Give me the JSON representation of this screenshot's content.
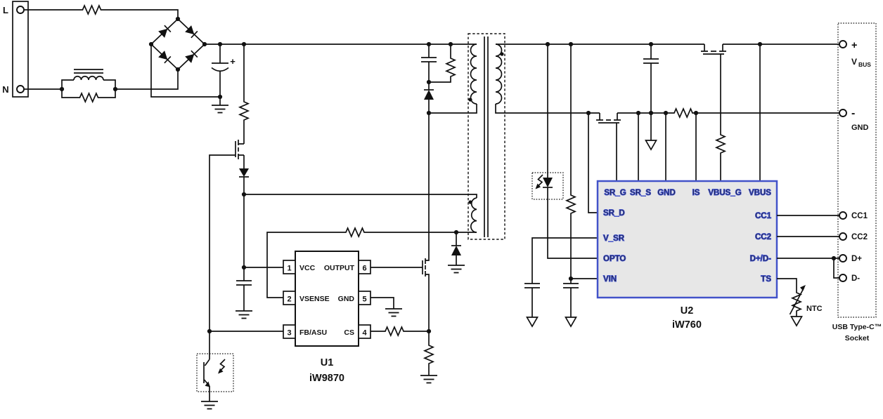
{
  "input": {
    "l": "L",
    "n": "N"
  },
  "labels": {
    "cap_plus": "+",
    "ntc": "NTC"
  },
  "u1": {
    "ref": "U1",
    "part": "iW9870",
    "pin_numbers": {
      "p1": "1",
      "p2": "2",
      "p3": "3",
      "p4": "4",
      "p5": "5",
      "p6": "6"
    },
    "pins": {
      "vcc": "VCC",
      "vsense": "VSENSE",
      "fb": "FB/ASU",
      "output": "OUTPUT",
      "gnd": "GND",
      "cs": "CS"
    }
  },
  "u2": {
    "ref": "U2",
    "part": "iW760",
    "top_pins": [
      "SR_G",
      "SR_S",
      "GND",
      "IS",
      "VBUS_G",
      "VBUS"
    ],
    "left_pins": [
      "SR_D",
      "V_SR",
      "OPTO",
      "VIN"
    ],
    "right_pins": [
      "CC1",
      "CC2",
      "D+/D-",
      "TS"
    ]
  },
  "usb": {
    "plus": "+",
    "vbus_prefix": "V",
    "vbus_sub": "BUS",
    "minus": "-",
    "gnd": "GND",
    "cc1": "CC1",
    "cc2": "CC2",
    "dplus": "D+",
    "dminus": "D-",
    "caption1": "USB Type-C™",
    "caption2": "Socket"
  },
  "colors": {
    "u2_fill": "#e7e7e7",
    "u2_border": "#4252c9",
    "line": "#111111"
  }
}
